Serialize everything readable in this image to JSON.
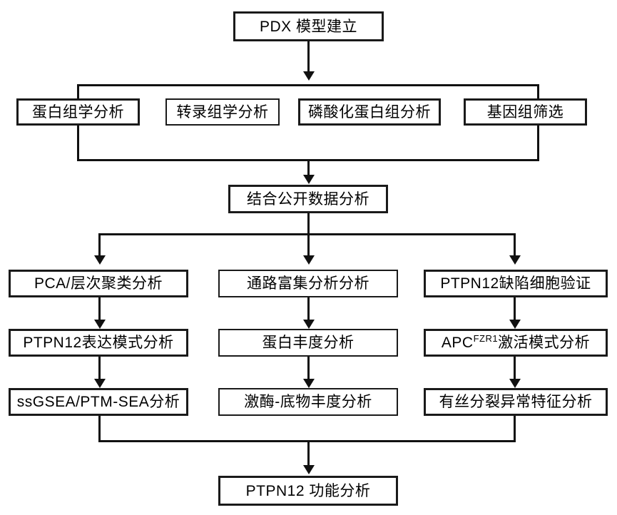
{
  "diagram": {
    "title_node": {
      "id": "pdx",
      "label": "PDX 模型建立"
    },
    "tier2": [
      {
        "id": "proteomics",
        "label": "蛋白组学分析"
      },
      {
        "id": "transcriptomics",
        "label": "转录组学分析"
      },
      {
        "id": "phosphoproteomics",
        "label": "磷酸化蛋白组分析"
      },
      {
        "id": "genomics-screen",
        "label": "基因组筛选"
      }
    ],
    "tier3": {
      "id": "public-data",
      "label": "结合公开数据分析"
    },
    "columns": [
      {
        "id": "col-left",
        "nodes": [
          {
            "id": "pca-cluster",
            "label": "PCA/层次聚类分析"
          },
          {
            "id": "ptpn12-expression",
            "label": "PTPN12表达模式分析"
          },
          {
            "id": "ssgsea-ptmsea",
            "label": "ssGSEA/PTM-SEA分析"
          }
        ]
      },
      {
        "id": "col-mid",
        "nodes": [
          {
            "id": "pathway-enrichment",
            "label": "通路富集分析分析"
          },
          {
            "id": "protein-abundance",
            "label": "蛋白丰度分析"
          },
          {
            "id": "kinase-substrate",
            "label": "激酶-底物丰度分析"
          }
        ]
      },
      {
        "id": "col-right",
        "nodes": [
          {
            "id": "ptpn12-deficient-cells",
            "label": "PTPN12缺陷细胞验证"
          },
          {
            "id": "apc-fzr1",
            "label_main": "APC",
            "label_sup": "FZR1",
            "label_tail": "激活模式分析"
          },
          {
            "id": "mitotic-abnormality",
            "label": "有丝分裂异常特征分析"
          }
        ]
      }
    ],
    "tier_final": {
      "id": "ptpn12-function",
      "label": "PTPN12 功能分析"
    },
    "colors": {
      "stroke": "#111111",
      "box_border": "#1a1a1a",
      "background": "#ffffff",
      "text": "#000000"
    }
  }
}
